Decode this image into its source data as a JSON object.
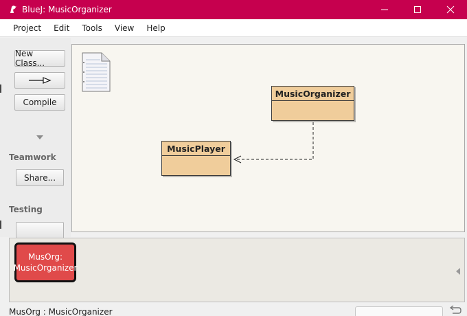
{
  "window": {
    "title": "BlueJ:  MusicOrganizer",
    "titlebar_color": "#c6004e"
  },
  "menu": {
    "items": [
      "Project",
      "Edit",
      "Tools",
      "View",
      "Help"
    ]
  },
  "toolbar": {
    "new_class_label": "New Class...",
    "compile_label": "Compile",
    "share_label": "Share...",
    "teamwork_label": "Teamwork",
    "testing_label": "Testing"
  },
  "diagram": {
    "classes": [
      {
        "name": "MusicOrganizer"
      },
      {
        "name": "MusicPlayer"
      }
    ],
    "class_color": "#f0cd9b",
    "canvas_color": "#f8f6f0"
  },
  "object_bench": {
    "objects": [
      {
        "instance": "MusOrg:",
        "type": "MusicOrganizer",
        "color": "#e04a4a"
      }
    ]
  },
  "status": {
    "text": "MusOrg : MusicOrganizer"
  }
}
